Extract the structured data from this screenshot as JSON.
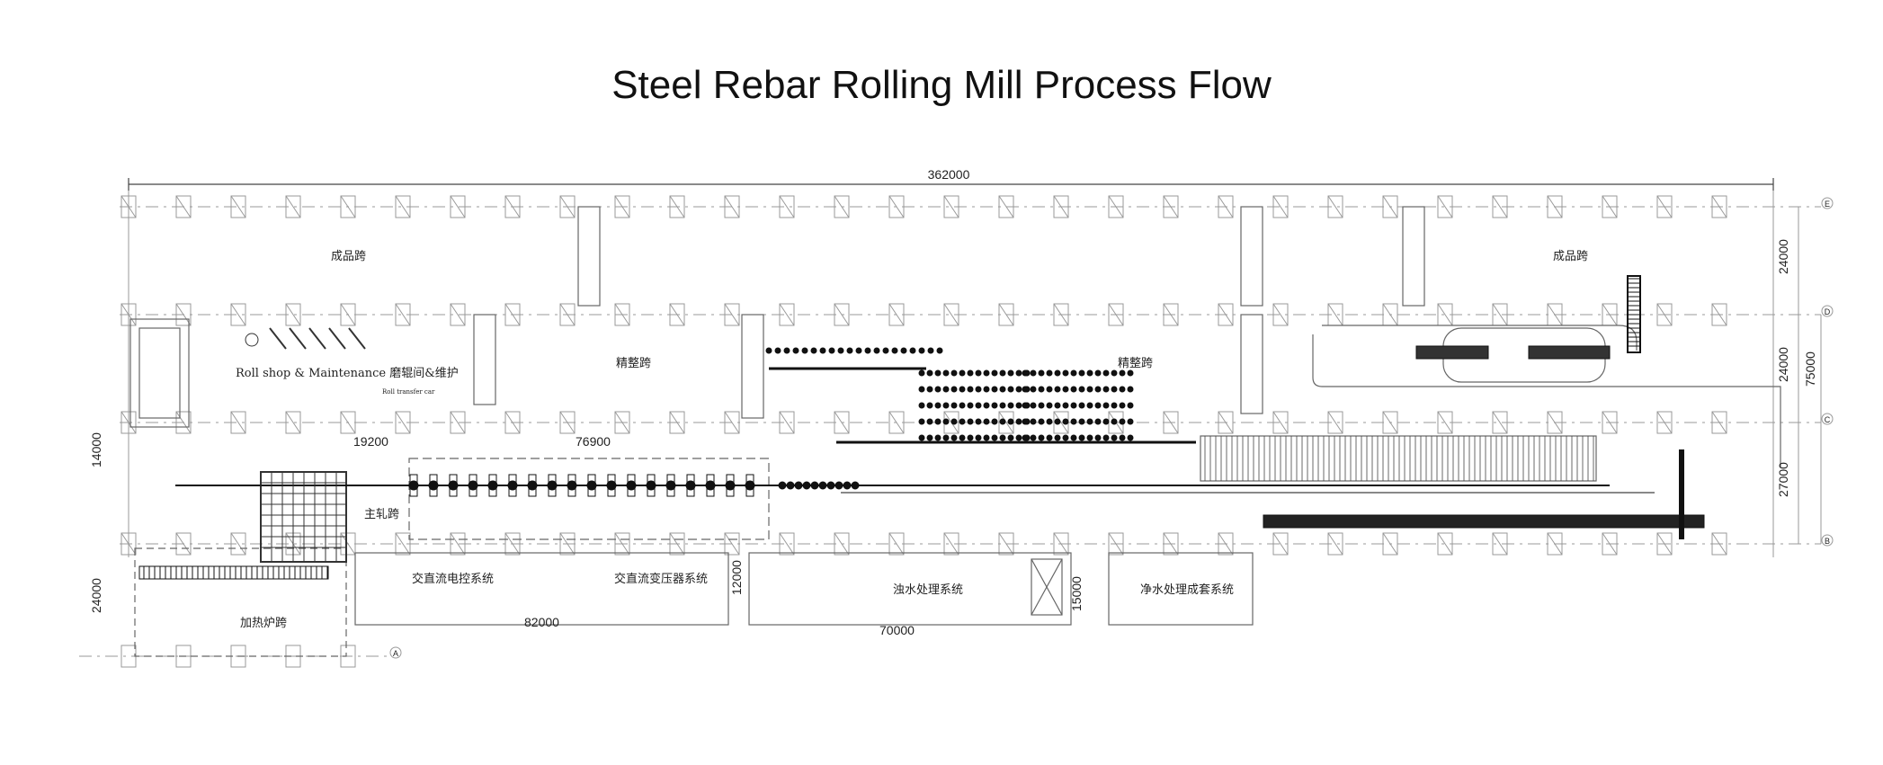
{
  "title": "Steel Rebar Rolling Mill Process Flow",
  "dimensions": {
    "overall_length": "362000",
    "span_14000": "14000",
    "span_19200": "19200",
    "span_76900": "76900",
    "span_24000_left": "24000",
    "span_82000": "82000",
    "span_12000": "12000",
    "span_70000": "70000",
    "span_15000": "15000",
    "right_24000_top": "24000",
    "right_24000_mid": "24000",
    "right_75000": "75000",
    "right_27000": "27000"
  },
  "areas": {
    "finished_product_bay_left": "成品跨",
    "finished_product_bay_right": "成品跨",
    "finishing_bay_center": "精整跨",
    "finishing_bay_right": "精整跨",
    "roll_shop": "Roll shop & Maintenance 磨辊间&维护",
    "roll_transfer_car": "Roll transfer car",
    "main_rolling_bay": "主轧跨",
    "heating_furnace_bay": "加热炉跨",
    "ac_dc_control": "交直流电控系统",
    "ac_dc_transformer": "交直流变压器系统",
    "turbid_water": "浊水处理系统",
    "clean_water": "净水处理成套系统"
  },
  "axis_labels": [
    "E",
    "D",
    "C",
    "B",
    "A"
  ]
}
